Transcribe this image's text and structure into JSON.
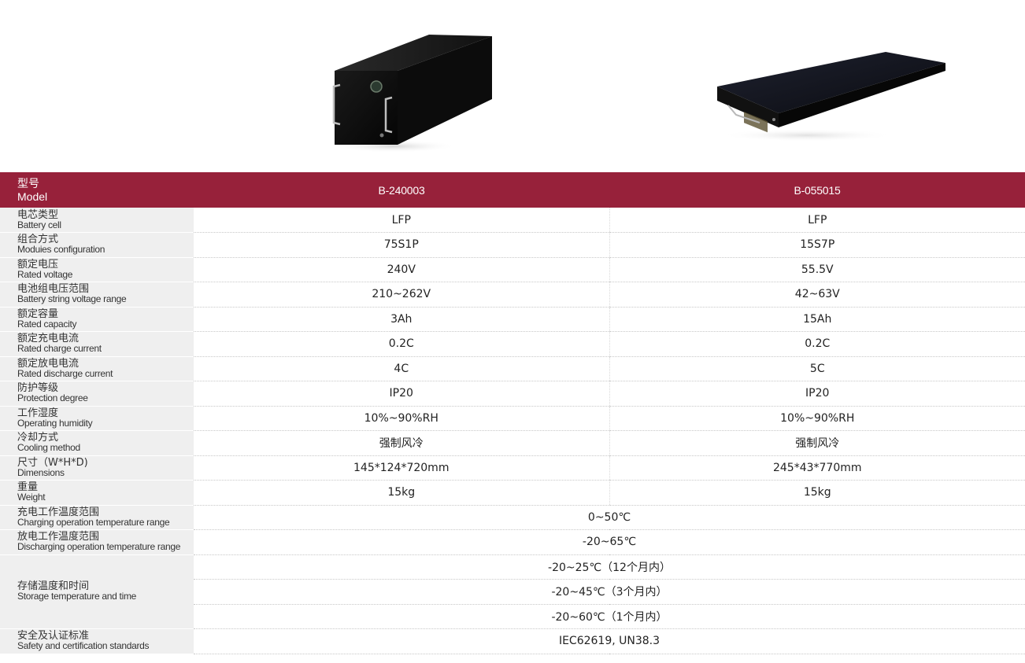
{
  "header": {
    "label_zh": "型号",
    "label_en": "Model",
    "models": [
      "B-240003",
      "B-055015"
    ]
  },
  "rows": [
    {
      "zh": "电芯类型",
      "en": "Battery cell",
      "v1": "LFP",
      "v2": "LFP"
    },
    {
      "zh": "组合方式",
      "en": "Moduies configuration",
      "v1": "75S1P",
      "v2": "15S7P"
    },
    {
      "zh": "额定电压",
      "en": "Rated voltage",
      "v1": "240V",
      "v2": "55.5V"
    },
    {
      "zh": "电池组电压范围",
      "en": "Battery string voltage range",
      "v1": "210~262V",
      "v2": "42~63V"
    },
    {
      "zh": "额定容量",
      "en": "Rated capacity",
      "v1": "3Ah",
      "v2": "15Ah"
    },
    {
      "zh": "额定充电电流",
      "en": "Rated charge current",
      "v1": "0.2C",
      "v2": "0.2C"
    },
    {
      "zh": "额定放电电流",
      "en": "Rated discharge current",
      "v1": "4C",
      "v2": "5C"
    },
    {
      "zh": "防护等级",
      "en": "Protection degree",
      "v1": "IP20",
      "v2": "IP20"
    },
    {
      "zh": "工作湿度",
      "en": "Operating humidity",
      "v1": "10%~90%RH",
      "v2": "10%~90%RH"
    },
    {
      "zh": "冷却方式",
      "en": "Cooling method",
      "v1": "强制风冷",
      "v2": "强制风冷"
    },
    {
      "zh": "尺寸（W*H*D)",
      "en": "Dimensions",
      "v1": "145*124*720mm",
      "v2": "245*43*770mm"
    },
    {
      "zh": "重量",
      "en": "Weight",
      "v1": "15kg",
      "v2": "15kg"
    }
  ],
  "merged_rows": [
    {
      "zh": "充电工作温度范围",
      "en": "Charging operation temperature range",
      "value": "0~50℃"
    },
    {
      "zh": "放电工作温度范围",
      "en": "Discharging operation temperature range",
      "value": "-20~65℃"
    }
  ],
  "storage": {
    "zh": "存储温度和时间",
    "en": "Storage temperature and time",
    "values": [
      "-20~25℃（12个月内）",
      "-20~45℃（3个月内）",
      "-20~60℃（1个月内）"
    ]
  },
  "safety": {
    "zh": "安全及认证标准",
    "en": "Safety and certification standards",
    "value": "IEC62619, UN38.3"
  },
  "colors": {
    "header_bg": "#97213a",
    "label_bg": "#efefef"
  },
  "images": [
    {
      "icon": "battery-module-tower-image"
    },
    {
      "icon": "battery-module-flat-image"
    }
  ]
}
